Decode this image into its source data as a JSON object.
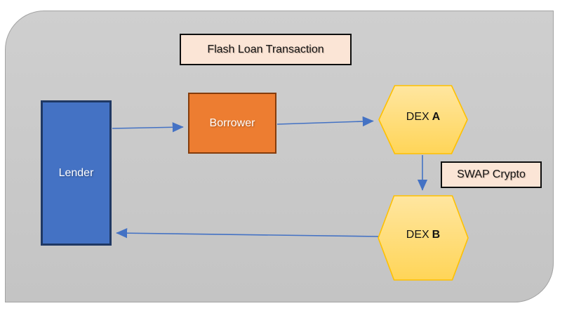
{
  "diagram": {
    "title_box": {
      "label": "Flash Loan Transaction"
    },
    "nodes": {
      "lender": {
        "label": "Lender",
        "shape": "rectangle",
        "fill": "#4472C4",
        "border": "#1F3864",
        "text_color": "#FFFFFF"
      },
      "borrower": {
        "label": "Borrower",
        "shape": "rectangle",
        "fill": "#ED7D31",
        "border": "#843C0C",
        "text_color": "#FFFFFF"
      },
      "dex_a": {
        "label_prefix": "DEX",
        "label_bold": "A",
        "shape": "hexagon",
        "fill": "#FFD966",
        "border": "#FFC000",
        "text_color": "#141414"
      },
      "dex_b": {
        "label_prefix": "DEX",
        "label_bold": "B",
        "shape": "hexagon",
        "fill": "#FFD966",
        "border": "#FFC000",
        "text_color": "#141414"
      }
    },
    "edges": [
      {
        "from": "lender",
        "to": "borrower",
        "label": ""
      },
      {
        "from": "borrower",
        "to": "dex_a",
        "label": ""
      },
      {
        "from": "dex_a",
        "to": "dex_b",
        "label": "SWAP Crypto"
      },
      {
        "from": "dex_b",
        "to": "lender",
        "label": ""
      }
    ],
    "colors": {
      "canvas_background": "#FFFFFF",
      "container_fill": "#CBCBCB",
      "container_border": "#A3A3A3",
      "arrow": "#4472C4",
      "label_box_fill": "#FBE5D6",
      "label_box_border": "#0E0E0E"
    }
  }
}
